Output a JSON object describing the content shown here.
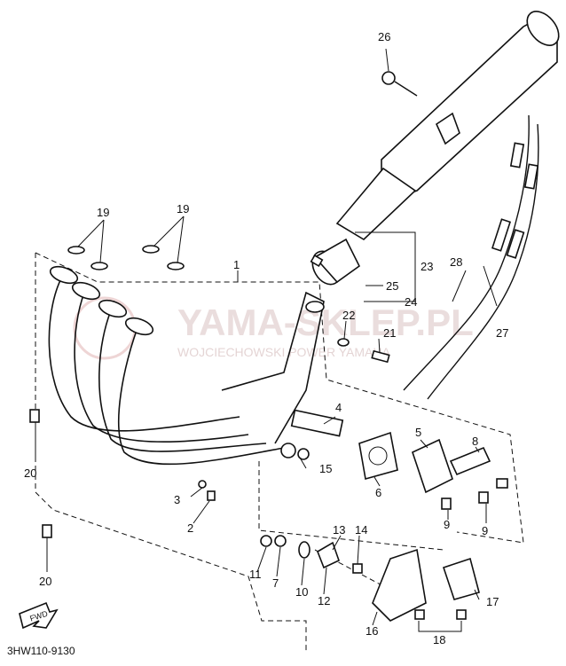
{
  "diagram": {
    "code": "3HW110-9130",
    "fwd_label": "FWD",
    "watermark": {
      "title": "YAMA-SKLEP.PL",
      "subtitle": "WOJCIECHOWSKI POWER YAMAHA"
    },
    "callouts": {
      "c1": "1",
      "c2": "2",
      "c3": "3",
      "c4": "4",
      "c5": "5",
      "c6": "6",
      "c7": "7",
      "c8": "8",
      "c9a": "9",
      "c9b": "9",
      "c10": "10",
      "c11": "11",
      "c12": "12",
      "c13": "13",
      "c14": "14",
      "c15": "15",
      "c16": "16",
      "c17": "17",
      "c18": "18",
      "c19a": "19",
      "c19b": "19",
      "c20a": "20",
      "c20b": "20",
      "c21": "21",
      "c22": "22",
      "c23": "23",
      "c24": "24",
      "c25": "25",
      "c26": "26",
      "c27": "27",
      "c28": "28"
    }
  }
}
